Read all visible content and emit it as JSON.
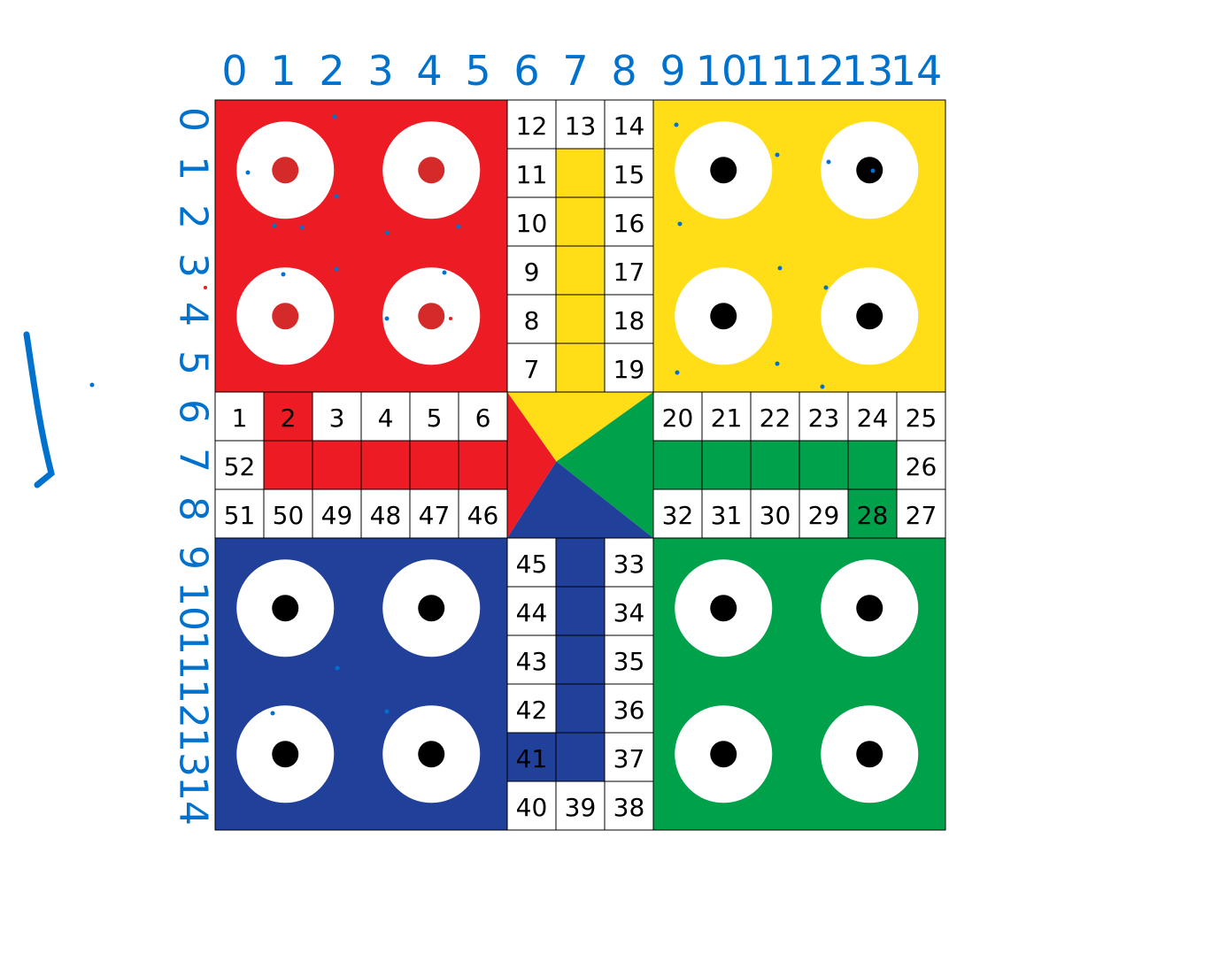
{
  "colors": {
    "red": "#ED1C24",
    "yellow": "#FFDE17",
    "green": "#00A14B",
    "blue": "#21409A",
    "white": "#FFFFFF",
    "black": "#000000",
    "red_token": "#D42A2A",
    "annotation_blue": "#0072CE"
  },
  "column_labels": [
    "0",
    "1",
    "2",
    "3",
    "4",
    "5",
    "6",
    "7",
    "8",
    "9",
    "10",
    "11",
    "12",
    "13",
    "14"
  ],
  "row_labels": [
    "0",
    "1",
    "2",
    "3",
    "4",
    "5",
    "6",
    "7",
    "8",
    "9",
    "10",
    "11",
    "12",
    "13",
    "14"
  ],
  "homes": [
    {
      "name": "red-home",
      "color": "red",
      "token_color": "red_token"
    },
    {
      "name": "yellow-home",
      "color": "yellow",
      "token_color": "black"
    },
    {
      "name": "blue-home",
      "color": "blue",
      "token_color": "black"
    },
    {
      "name": "green-home",
      "color": "green",
      "token_color": "black"
    }
  ],
  "track": {
    "top_arm": [
      [
        "12",
        "13",
        "14"
      ],
      [
        "11",
        "",
        "15"
      ],
      [
        "10",
        "",
        "16"
      ],
      [
        "9",
        "",
        "17"
      ],
      [
        "8",
        "",
        "18"
      ],
      [
        "7",
        "",
        "19"
      ]
    ],
    "left_arm": [
      [
        "1",
        "2",
        "3",
        "4",
        "5",
        "6"
      ],
      [
        "52",
        "",
        "",
        "",
        "",
        ""
      ],
      [
        "51",
        "50",
        "49",
        "48",
        "47",
        "46"
      ]
    ],
    "right_arm": [
      [
        "20",
        "21",
        "22",
        "23",
        "24",
        "25"
      ],
      [
        "",
        "",
        "",
        "",
        "",
        "26"
      ],
      [
        "32",
        "31",
        "30",
        "29",
        "28",
        "27"
      ]
    ],
    "bottom_arm": [
      [
        "45",
        "",
        "33"
      ],
      [
        "44",
        "",
        "34"
      ],
      [
        "43",
        "",
        "35"
      ],
      [
        "42",
        "",
        "36"
      ],
      [
        "41",
        "",
        "37"
      ],
      [
        "40",
        "39",
        "38"
      ]
    ]
  },
  "center": {
    "left": "red",
    "top": "yellow",
    "right": "green",
    "bottom": "blue"
  }
}
